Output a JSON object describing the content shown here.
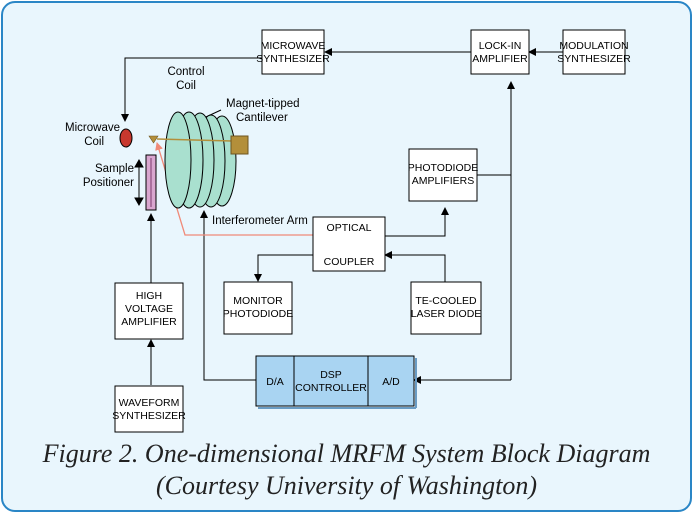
{
  "diagram": {
    "boxes": {
      "microwave_synth": [
        "MICROWAVE",
        "SYNTHESIZER"
      ],
      "lockin": [
        "LOCK-IN",
        "AMPLIFIER"
      ],
      "modulation": [
        "MODULATION",
        "SYNTHESIZER"
      ],
      "photodiode_amps": [
        "PHOTODIODE",
        "AMPLIFIERS"
      ],
      "optical_coupler_top": "OPTICAL",
      "optical_coupler_bottom": "COUPLER",
      "monitor": [
        "MONITOR",
        "PHOTODIODE"
      ],
      "laser": [
        "TE-COOLED",
        "LASER DIODE"
      ],
      "hv_amp": [
        "HIGH",
        "VOLTAGE",
        "AMPLIFIER"
      ],
      "waveform": [
        "WAVEFORM",
        "SYNTHESIZER"
      ],
      "da": "D/A",
      "dsp": [
        "DSP",
        "CONTROLLER"
      ],
      "ad": "A/D"
    },
    "labels": {
      "control_coil": [
        "Control",
        "Coil"
      ],
      "cantilever": [
        "Magnet-tipped",
        "Cantilever"
      ],
      "microwave_coil": [
        "Microwave",
        "Coil"
      ],
      "sample_positioner": [
        "Sample",
        "Positioner"
      ],
      "interferometer_arm": "Interferometer Arm"
    },
    "colors": {
      "frame_border": "#2a86c6",
      "frame_fill": "#e9f6fd",
      "coil_fill": "#a9e0cf",
      "dsp_fill": "#a9d4f2",
      "interferometer_line": "#f08a78",
      "microwave_coil_fill": "#c8382e",
      "positioner_fill": "#d9a6cf",
      "magnet_fill": "#b38f3a"
    }
  },
  "caption": {
    "line1": "Figure 2. One-dimensional MRFM System Block Diagram",
    "line2": "(Courtesy University of Washington)"
  }
}
